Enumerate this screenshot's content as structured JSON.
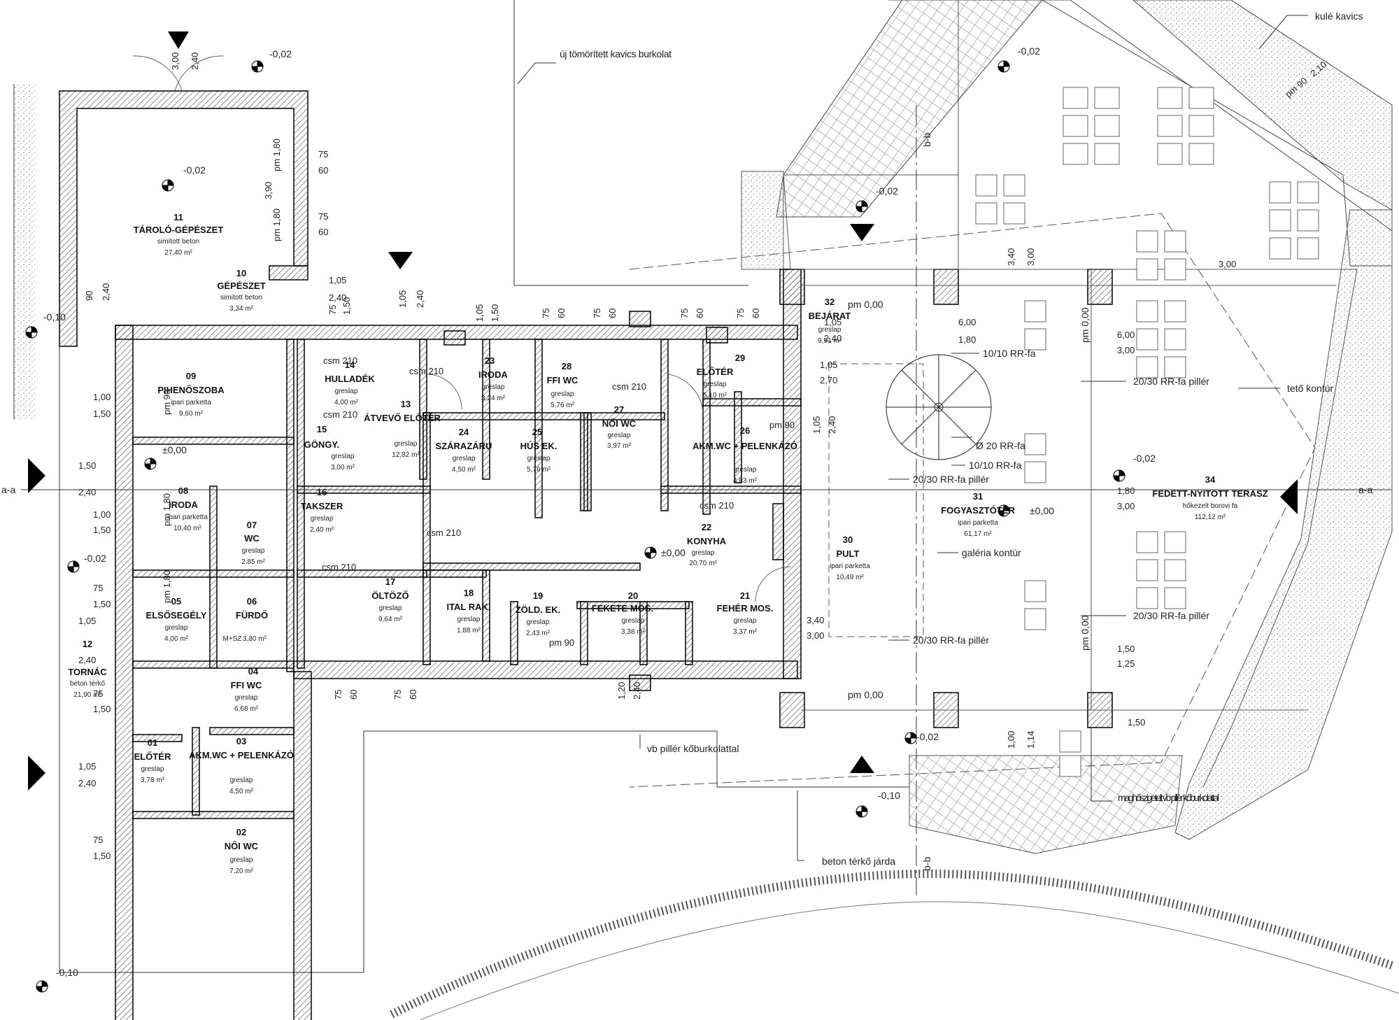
{
  "colors": {
    "wall": "#000000",
    "hatch": "#555555",
    "paving": "#b0b0b0",
    "gravel": "#c8c8c8",
    "background": "#ffffff"
  },
  "levels": [
    "-0,02",
    "-0,02",
    "-0,02",
    "-0,02",
    "±0,00",
    "±0,00",
    "±0,00",
    "-0,02",
    "-0,02",
    "-0,02",
    "-0,10",
    "-0,10",
    "-0,10",
    "pm 0,00",
    "pm 0,00",
    "pm 0,00",
    "pm 0,00"
  ],
  "section_labels": [
    "a-a",
    "a-a",
    "b-b",
    "b-b"
  ],
  "rooms": [
    {
      "num": "01",
      "name": "ELŐTÉR",
      "finish": "greslap",
      "area": "3,78 m²"
    },
    {
      "num": "02",
      "name": "NŐI WC",
      "finish": "greslap",
      "area": "7,20 m²"
    },
    {
      "num": "03",
      "name": "AKM.WC + PELENKÁZÓ",
      "finish": "greslap",
      "area": "4,50 m²"
    },
    {
      "num": "04",
      "name": "FFI WC",
      "finish": "greslap",
      "area": "6,68 m²"
    },
    {
      "num": "05",
      "name": "ELSŐSEGÉLY",
      "finish": "greslap",
      "area": "4,00 m²"
    },
    {
      "num": "06",
      "name": "FÜRDŐ",
      "finish": "M+SZ",
      "area": "3,80 m²"
    },
    {
      "num": "07",
      "name": "WC",
      "finish": "greslap",
      "area": "2,85 m²"
    },
    {
      "num": "08",
      "name": "IRODA",
      "finish": "ipari parketta",
      "area": "10,40 m²"
    },
    {
      "num": "09",
      "name": "PIHENŐSZOBA",
      "finish": "ipari parketta",
      "area": "9,60 m²"
    },
    {
      "num": "10",
      "name": "GÉPÉSZET",
      "finish": "simított beton",
      "area": "3,34 m²"
    },
    {
      "num": "11",
      "name": "TÁROLÓ-GÉPÉSZET",
      "finish": "simított beton",
      "area": "27,40 m²"
    },
    {
      "num": "12",
      "name": "TORNÁC",
      "finish": "beton térkő",
      "area": "21,90 m²"
    },
    {
      "num": "13",
      "name": "ÁTVEVŐ ELŐTÉR",
      "finish": "greslap",
      "area": "12,82 m²"
    },
    {
      "num": "14",
      "name": "HULLADÉK",
      "finish": "greslap",
      "area": "4,00 m²"
    },
    {
      "num": "15",
      "name": "GÖNGY.",
      "finish": "greslap",
      "area": "3,00 m²"
    },
    {
      "num": "16",
      "name": "TAKSZER",
      "finish": "greslap",
      "area": "2,40 m²"
    },
    {
      "num": "17",
      "name": "ÖLTÖZŐ",
      "finish": "greslap",
      "area": "9,64 m²"
    },
    {
      "num": "18",
      "name": "ITAL RAK.",
      "finish": "greslap",
      "area": "1,88 m²"
    },
    {
      "num": "19",
      "name": "ZÖLD. EK.",
      "finish": "greslap",
      "area": "2,43 m²"
    },
    {
      "num": "20",
      "name": "FEKETE MOS.",
      "finish": "greslap",
      "area": "3,38 m²"
    },
    {
      "num": "21",
      "name": "FEHÉR MOS.",
      "finish": "greslap",
      "area": "3,37 m²"
    },
    {
      "num": "22",
      "name": "KONYHA",
      "finish": "greslap",
      "area": "20,70 m²"
    },
    {
      "num": "23",
      "name": "IRODA",
      "finish": "greslap",
      "area": "3,24 m²"
    },
    {
      "num": "24",
      "name": "SZÁRAZÁRU",
      "finish": "greslap",
      "area": "4,50 m²"
    },
    {
      "num": "25",
      "name": "HÚS EK.",
      "finish": "greslap",
      "area": "5,76 m²"
    },
    {
      "num": "26",
      "name": "AKM.WC + PELENKÁZÓ",
      "finish": "greslap",
      "area": "4,83 m²"
    },
    {
      "num": "27",
      "name": "NŐI WC",
      "finish": "greslap",
      "area": "3,97 m²"
    },
    {
      "num": "28",
      "name": "FFI WC",
      "finish": "greslap",
      "area": "5,76 m²"
    },
    {
      "num": "29",
      "name": "ELŐTÉR",
      "finish": "greslap",
      "area": "5,10 m²"
    },
    {
      "num": "30",
      "name": "PULT",
      "finish": "ipari parketta",
      "area": "10,49 m²"
    },
    {
      "num": "31",
      "name": "FOGYASZTÓTÉR",
      "finish": "ipari parketta",
      "area": "61,17 m²"
    },
    {
      "num": "32",
      "name": "BEJÁRAT",
      "finish": "greslap",
      "area": "9,91 m²"
    },
    {
      "num": "34",
      "name": "FEDETT-NYITOTT TERASZ",
      "finish": "hőkezelt borovi fa",
      "area": "112,12 m²"
    }
  ],
  "annotations": [
    "új tömörített kavics burkolat",
    "kulé kavics",
    "10/10 RR-fa",
    "20/30 RR-fa pillér",
    "tető kontúr",
    "Ø 20 RR-fa",
    "10/10 RR-fa",
    "20/30 RR-fa pillér",
    "galéria kontúr",
    "20/30 RR-fa pillér",
    "20/30 RR-fa pillér",
    "vb pillér kőburkolattal",
    "maghőszigetelt vb pillér kőburkolattal",
    "beton térkő járda"
  ],
  "dimensions": [
    "3,00",
    "2,40",
    "75",
    "60",
    "75",
    "60",
    "pm 1,80",
    "3,90",
    "pm 1,80",
    "90",
    "2,40",
    "1,05",
    "2,40",
    "75",
    "1,50",
    "1,05",
    "2,40",
    "1,00",
    "1,50",
    "1,50",
    "2,40",
    "1,00",
    "1,50",
    "75",
    "1,50",
    "1,05",
    "2,40",
    "75",
    "1,50",
    "1,05",
    "2,40",
    "75",
    "1,50",
    "1,05",
    "1,50",
    "75",
    "60",
    "75",
    "60",
    "75",
    "60",
    "75",
    "60",
    "75",
    "60",
    "75",
    "60",
    "1,20",
    "2,40",
    "1,05",
    "2,40",
    "1,05",
    "2,70",
    "1,05",
    "2,40",
    "6,00",
    "1,80",
    "3,00",
    "6,00",
    "3,00",
    "1,80",
    "3,00",
    "1,50",
    "1,25",
    "1,50",
    "3,40",
    "3,00",
    "3,40",
    "3,00",
    "1,00",
    "1,14",
    "pm 90",
    "2,10",
    "csm 210",
    "csm 210",
    "csm 210",
    "csm 210",
    "csm 210",
    "csm 210",
    "csm 210",
    "pm 90",
    "pm 90",
    "pm 90",
    "pm 1,80",
    "pm 1,80"
  ]
}
